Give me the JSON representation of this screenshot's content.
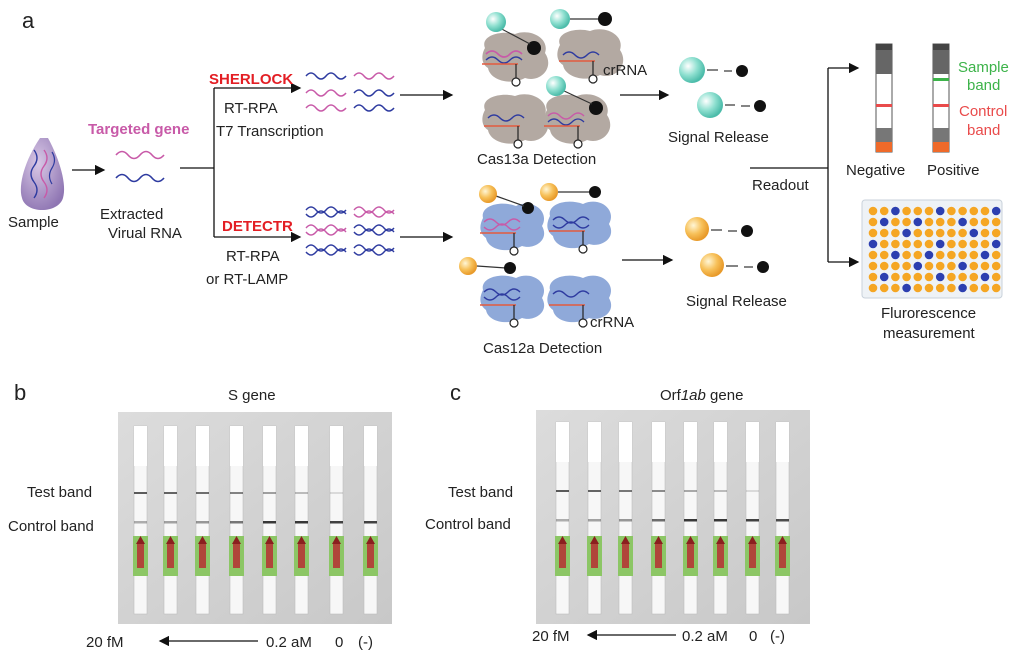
{
  "panel_a": {
    "label": "a",
    "sample": "Sample",
    "targeted_gene": "Targeted gene",
    "extracted_line1": "Extracted",
    "extracted_line2": "Virual RNA",
    "sherlock": "SHERLOCK",
    "sherlock_step1": "RT-RPA",
    "sherlock_step2": "T7 Transcription",
    "detectr": "DETECTR",
    "detectr_step1": "RT-RPA",
    "detectr_step2": "or RT-LAMP",
    "crrna": "crRNA",
    "cas13a": "Cas13a Detection",
    "cas12a": "Cas12a Detection",
    "signal_release": "Signal Release",
    "readout": "Readout",
    "negative": "Negative",
    "positive": "Positive",
    "sample_band_1": "Sample",
    "sample_band_2": "band",
    "control_band_1": "Control",
    "control_band_2": "band",
    "fluor_1": "Flurorescence",
    "fluor_2": "measurement"
  },
  "panel_b": {
    "label": "b",
    "title": "S gene",
    "test_band": "Test band",
    "control_band": "Control band",
    "left_conc": "20 fM",
    "right_conc": "0.2 aM",
    "zero": "0",
    "neg": "(-)"
  },
  "panel_c": {
    "label": "c",
    "title_pre": "Orf",
    "title_italic": "1ab",
    "title_post": " gene",
    "test_band": "Test band",
    "control_band": "Control band",
    "left_conc": "20 fM",
    "right_conc": "0.2 aM",
    "zero": "0",
    "neg": "(-)"
  },
  "colors": {
    "sherlock": "#e31e24",
    "detectr": "#e31e24",
    "targeted_gene": "#c85aa8",
    "sample_band": "#3db34a",
    "control_band": "#e94b4b",
    "cas13a_protein": "#b3a9a2",
    "cas12a_protein": "#8fa9d9",
    "teal_reporter": "#7fd8c8",
    "orange_reporter": "#f5b041"
  }
}
